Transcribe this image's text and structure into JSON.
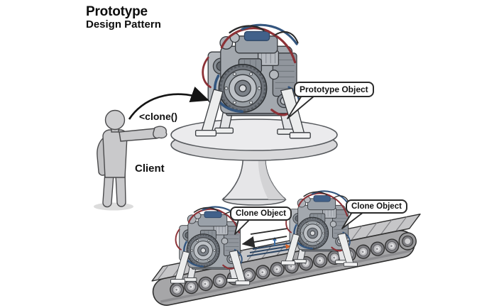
{
  "title": {
    "main": "Prototype",
    "sub": "Design Pattern"
  },
  "labels": {
    "client": "Client",
    "clone_call": "<clone()"
  },
  "callouts": {
    "prototype": "Prototype Object",
    "clone_left": "Clone Object",
    "clone_right": "Clone Object"
  },
  "illustrations": {
    "client_figure": "gray 3d person pointing at prototype",
    "prototype_engine": "engine model on pedestal table",
    "clone_engines": "two copied engine models on conveyor belt",
    "conveyor_belt": "roller conveyor moving left",
    "clone_arrow": "curved arrow from client to prototype"
  },
  "colors": {
    "background": "#ffffff",
    "outline": "#2e2e2e",
    "figure_gray": "#c9c9cb",
    "table_gray": "#e9e9eb",
    "belt_top_gray": "#c6c6c8",
    "belt_side_gray": "#a6a6a8",
    "engine_gray": "#a3a8ae",
    "engine_red": "#8c3136",
    "engine_blue": "#33557e",
    "mark_orange": "#d4622a",
    "callout_border": "#2b2b2b"
  }
}
